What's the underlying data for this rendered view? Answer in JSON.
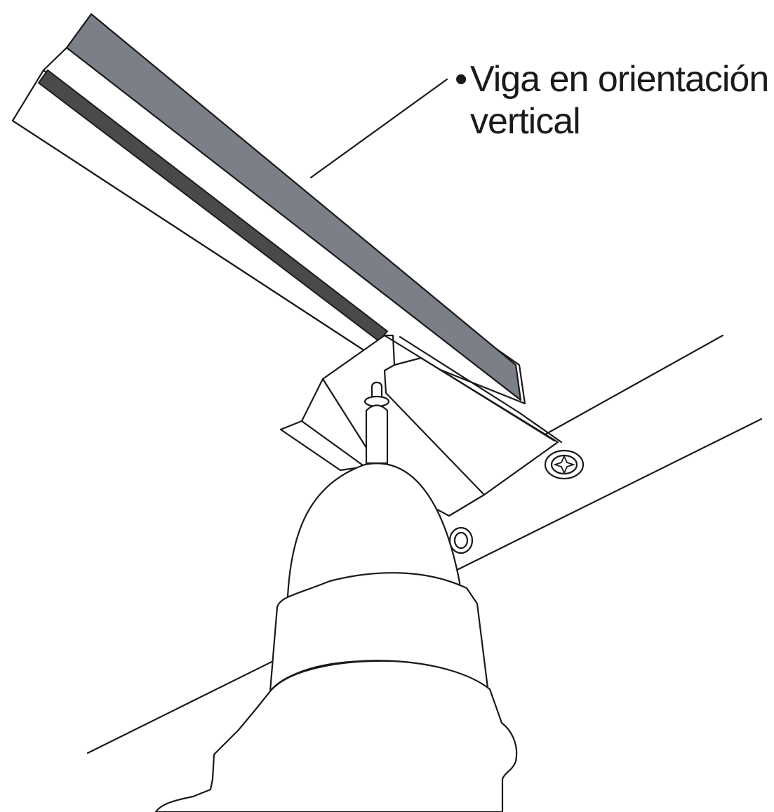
{
  "callout": {
    "bullet": "•",
    "line1": "Viga en orientación",
    "line2": "vertical"
  },
  "colors": {
    "background": "#ffffff",
    "outline": "#1a1a1a",
    "beam_top_face": "#7b7f87",
    "beam_dark_strip": "#4a4a4a"
  },
  "icons": {
    "screw": "phillips-screw-head",
    "drill": "power-drill"
  }
}
